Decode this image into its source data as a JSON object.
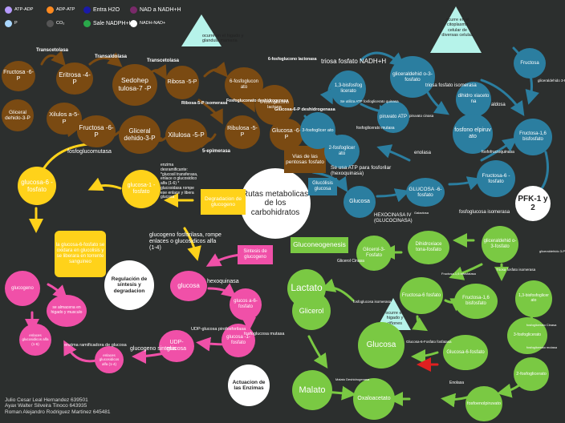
{
  "legend": [
    {
      "label": "ATP-ADP",
      "color": "#b79bff"
    },
    {
      "label": "ADP-ATP",
      "color": "#ff8a1f"
    },
    {
      "label": "Entra H2O",
      "color": "#1a1aa8"
    },
    {
      "label": "NAD a NADH+H",
      "color": "#7a2a6a"
    },
    {
      "label": "P",
      "color": "#a9d7ff"
    },
    {
      "label": "CO₂",
      "color": "#555555"
    },
    {
      "label": "Sale NADPH+H",
      "color": "#2aa84a"
    },
    {
      "label": "NADH-NAD+",
      "color": "#ffffff"
    }
  ],
  "center": {
    "title": "Rutas metabolicas de los carbohidratos"
  },
  "regulation": "Regulación de síntesis y degradacion",
  "enzymes_action": "Actuacion de las Enzimas",
  "authors": [
    "Julio Cesar Leal Hernandez 639501",
    "Ayax Walter Silveira Tinoco 643935",
    "Roman Alejandro Rodriguez Martinez 645481"
  ],
  "pentose": {
    "nodes": [
      "Fructosa -6-P",
      "Eritrosa -4-P",
      "Sedohep tulosa-7 -P",
      "Ribosa -5-P",
      "6-fosfoglucon ato",
      "6-fosfoglucono lactona",
      "Gliceral dehido-3-P",
      "Xilulos a-5-P",
      "Fructosa -6-P",
      "Gliceral dehido-3-P",
      "Xilulosa -5-P",
      "Ribulosa -5-P",
      "Glucosa -6-P"
    ],
    "labels": [
      "Transcetolasa",
      "Transaldolasa",
      "Transcetolasa",
      "6-fosfoglucono lactonasa",
      "Ribosa-5-P isomerasa",
      "Fosfogluconato deshidrogenasa",
      "Glucosa-6-P deshidrogenasa",
      "5-epimerasa"
    ],
    "note": "ocurre en el higado y glandula mamaria",
    "box": "Vias de las pentosas fosfato"
  },
  "glycolysis": {
    "note": "ocurre en el citoplasma celular de diversas celulas",
    "nodes": [
      "1,3-bisfosfog licerato",
      "gliceraldehid o-3-fosfato",
      "Fructosa",
      "dihidro xiaceto na",
      "3-fosfoglicer ato",
      "piruvato ATP",
      "fosfono elpiruv ato",
      "2-fosfoglicer ato",
      "Fructosa-1,6 bisfosfato",
      "Fructosa-6 -fosfato",
      "GLUCOSA -6-fosfato",
      "Glucosa"
    ],
    "labels": [
      "triosa fosfato NADH+H",
      "Se utiliza ATP fosfoglicerato quinasa",
      "fosfoglicerato mutasa",
      "piruvato cinasa",
      "enolasa",
      "triosa fosfato isomerasa",
      "aldosa",
      "fosfofructoquinasa",
      "fosfoglucosa isomerasa",
      "HEXOCINASA IV (GLUCOCINASA)",
      "Se usa ATP para fosforilar (hexoquinasa)",
      "gliceraldehido 3-P",
      "Galactosa"
    ],
    "pfk": "PFK-1 y 2",
    "box": "Glucólisis glucosa"
  },
  "glycogen_left": {
    "nodes": [
      "glucosa-6 -fosfato",
      "glucosa-1 -fosfato"
    ],
    "label": "fosfoglucomutasa",
    "enzyme": "enzima desramificante: *glucosil transferasa, enlace α glucosidico alfa (1-6) * glucosidasa rompe ese enlace y libera glucosa",
    "box_label": "Degradacion de glucogeno",
    "info": "la glucosa-6-fosfato se oxidara en glucolisis y se liberara en torrente sanguineo"
  },
  "glycogen_synth": {
    "nodes": [
      "glucogeno",
      "se almacena en higado y musculo",
      "enlaces glucosidicos alfa (1-6)",
      "enlaces glucosidicos alfa (1-4)",
      "glucosa",
      "glucos a-6-fosfato",
      "glucosa -1-fosfato",
      "UDP-glucosa"
    ],
    "labels": [
      "glucogeno fosforilasa, rompe enlaces o glucosidicos alfa (1-4)",
      "hexoquinasa",
      "fosfoglucosa mutasa",
      "UDP-glucosa pirofosforilasa",
      "enzima ramificadora de glucosa",
      "glucogeno sintesis"
    ],
    "box": "Sintesis de glucogeno"
  },
  "gluconeo": {
    "title": "Gluconeogenesis",
    "note": "ocurre en higado y riñones",
    "nodes": [
      "Lactato",
      "Glicerol",
      "Glucosa",
      "Malato",
      "Oxaloacetato",
      "Glicerol-3-Fosfato",
      "Dihidroxiace tona-fosfato",
      "gliceraldehid o-3-fosfato",
      "Fructosa-6 fosfato",
      "Fructosa-1,6 bisfosfato",
      "Glucosa-6-fosfato",
      "1,3-bisfosfoglicer ato",
      "3-fosfoglicerato",
      "2-fosfoglicerato",
      "fosfoenolpiruvato"
    ],
    "labels": [
      "Glicerol Cinasa",
      "fosfoglucosa isomerasa",
      "Fructosa-1,6 bifosfatasa",
      "Triosa fosfato isomerasa",
      "Glucosa-6-Fosfato fosfatasa",
      "Malato Deshidrogenasa",
      "Enolasa",
      "fosfoglicerato mutasa",
      "fosfoglicerato Cinasa",
      "gliceraldehido 3-P deshidrogenasa"
    ]
  }
}
